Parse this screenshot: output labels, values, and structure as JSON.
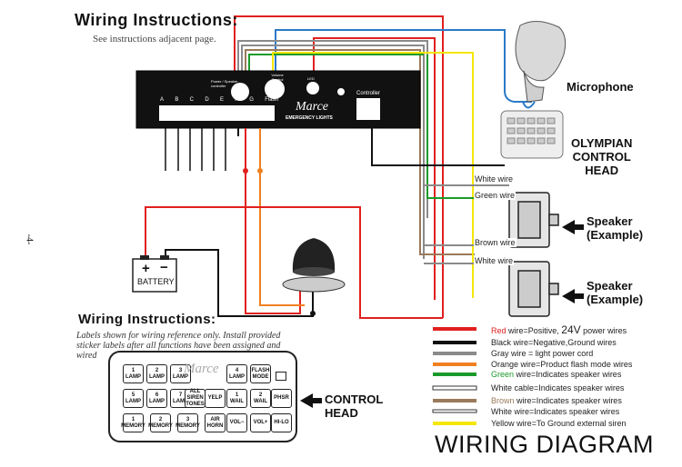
{
  "header": {
    "title": "Wiring Instructions:",
    "subtitle": "See instructions adjacent page."
  },
  "panel": {
    "letters": [
      "A",
      "B",
      "C",
      "D",
      "E",
      "F",
      "G",
      "Flash"
    ],
    "power_label": "Power / Speaker controller",
    "vol_label": "Volume Control",
    "led_label": "LED",
    "controller_label": "Controller",
    "brand": "Marce",
    "brand_sub": "EMERGENCY LIGHTS"
  },
  "components": {
    "microphone": "Microphone",
    "olympian": [
      "OLYMPIAN",
      "CONTROL",
      "HEAD"
    ],
    "speaker1": [
      "Speaker",
      "(Example)"
    ],
    "speaker2": [
      "Speaker",
      "(Example)"
    ],
    "battery": "BATTERY",
    "battery_plus": "+",
    "battery_minus": "−",
    "control_head": [
      "CONTROL",
      "HEAD"
    ],
    "page_number": "-4-"
  },
  "wire_labels": {
    "white1": "White wire",
    "green": "Green wire",
    "brown": "Brown wire",
    "white2": "White wire"
  },
  "instructions2": {
    "title": "Wiring Instructions:",
    "note": "Labels shown for wiring reference only. Install provided sticker labels after all functions have been assigned and wired"
  },
  "keypad": {
    "brand": "Marce",
    "row1": [
      "1\nLAMP",
      "2\nLAMP",
      "3\nLAMP",
      "",
      "4\nLAMP",
      "FLASH\nMODE"
    ],
    "row2": [
      "5\nLAMP",
      "6\nLAMP",
      "7\nLAMP",
      "ALL\nSIREN\nTONES",
      "YELP",
      "1\nWAIL",
      "2\nWAIL",
      "PHSR"
    ],
    "row3": [
      "1\nMEMORY",
      "2\nMEMORY",
      "3\nMEMORY",
      "AIR\nHORN",
      "VOL−",
      "VOL+",
      "HI-LO"
    ]
  },
  "legend": [
    {
      "color": "#e0201e",
      "red_prefix": "Red",
      "text": " wire=Positive, ",
      "emph": "24V",
      "tail": " power wires"
    },
    {
      "color": "#111111",
      "text": "Black  wire=Negative,Ground wires"
    },
    {
      "color": "#8a8a8a",
      "text": "Gray wire = light power cord"
    },
    {
      "color": "#f08020",
      "text": "Orange  wire=Product flash mode wires"
    },
    {
      "color": "#1a9a2a",
      "green_prefix": "Green",
      "text": "  wire=Indicates speaker  wires"
    },
    {
      "color": "#ffffff",
      "text": "White cable=Indicates speaker  wires"
    },
    {
      "color": "#9a7a5a",
      "brown_prefix": "Brown",
      "text": " wire=Indicates speaker  wires"
    },
    {
      "color": "#ffffff",
      "text": "White wire=Indicates speaker  wires"
    },
    {
      "color": "#f5e600",
      "text": "Yellow wire=To Ground external  siren"
    }
  ],
  "diagram_title": "WIRING DIAGRAM"
}
